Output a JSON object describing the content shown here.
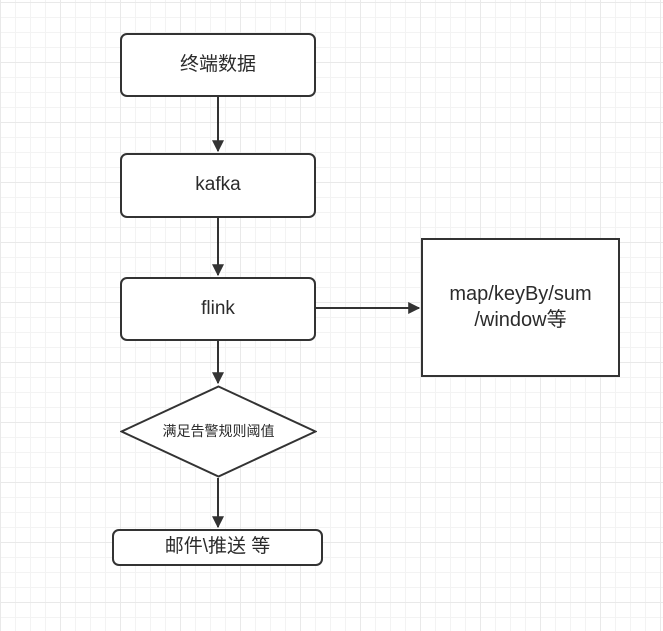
{
  "diagram": {
    "title": "flink-alerting-pipeline-flowchart",
    "background": {
      "grid_minor_color": "#f3f3f3",
      "grid_major_color": "#e9e9e9",
      "page_color": "#ffffff"
    },
    "style": {
      "node_stroke": "#333333",
      "node_fill": "#ffffff",
      "text_color": "#2b2b2b",
      "connector_color": "#333333"
    },
    "nodes": [
      {
        "id": "terminal-data",
        "label": "终端数据",
        "shape": "rounded-rectangle"
      },
      {
        "id": "kafka",
        "label": "kafka",
        "shape": "rounded-rectangle"
      },
      {
        "id": "flink",
        "label": "flink",
        "shape": "rounded-rectangle"
      },
      {
        "id": "operators",
        "label": "map/keyBy/sum\n/window等",
        "shape": "rectangle"
      },
      {
        "id": "condition",
        "label": "满足告警规则阈值",
        "shape": "diamond"
      },
      {
        "id": "notify",
        "label": "邮件\\推送 等",
        "shape": "rounded-rectangle"
      }
    ],
    "edges": [
      {
        "id": "edge-terminal-to-kafka",
        "from": "terminal-data",
        "to": "kafka",
        "label": "",
        "direction": "down"
      },
      {
        "id": "edge-kafka-to-flink",
        "from": "kafka",
        "to": "flink",
        "label": "",
        "direction": "down"
      },
      {
        "id": "edge-flink-to-operators",
        "from": "flink",
        "to": "operators",
        "label": "",
        "direction": "right"
      },
      {
        "id": "edge-flink-to-condition",
        "from": "flink",
        "to": "condition",
        "label": "",
        "direction": "down"
      },
      {
        "id": "edge-condition-to-notify",
        "from": "condition",
        "to": "notify",
        "label": "",
        "direction": "down"
      }
    ]
  }
}
